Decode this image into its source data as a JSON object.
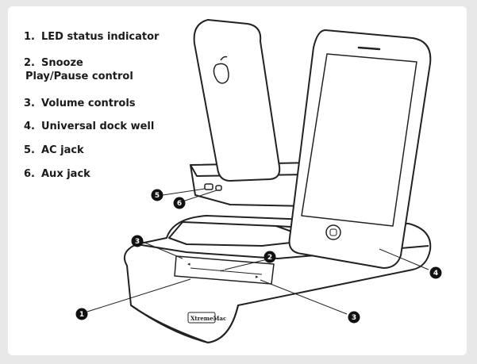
{
  "legend": [
    {
      "number": "1.",
      "label": "LED status indicator"
    },
    {
      "number": "2.",
      "label": "Snooze",
      "label_line2": "Play/Pause control"
    },
    {
      "number": "3.",
      "label": "Volume controls"
    },
    {
      "number": "4.",
      "label": "Universal dock well"
    },
    {
      "number": "5.",
      "label": "AC jack"
    },
    {
      "number": "6.",
      "label": "Aux jack"
    }
  ],
  "callouts": [
    "5",
    "6",
    "3",
    "2",
    "4",
    "1",
    "3"
  ],
  "brand": "XtremeMac",
  "colors": {
    "outline": "#222222",
    "callout_fill": "#111111",
    "background": "#e8e8e8",
    "card": "#ffffff"
  }
}
